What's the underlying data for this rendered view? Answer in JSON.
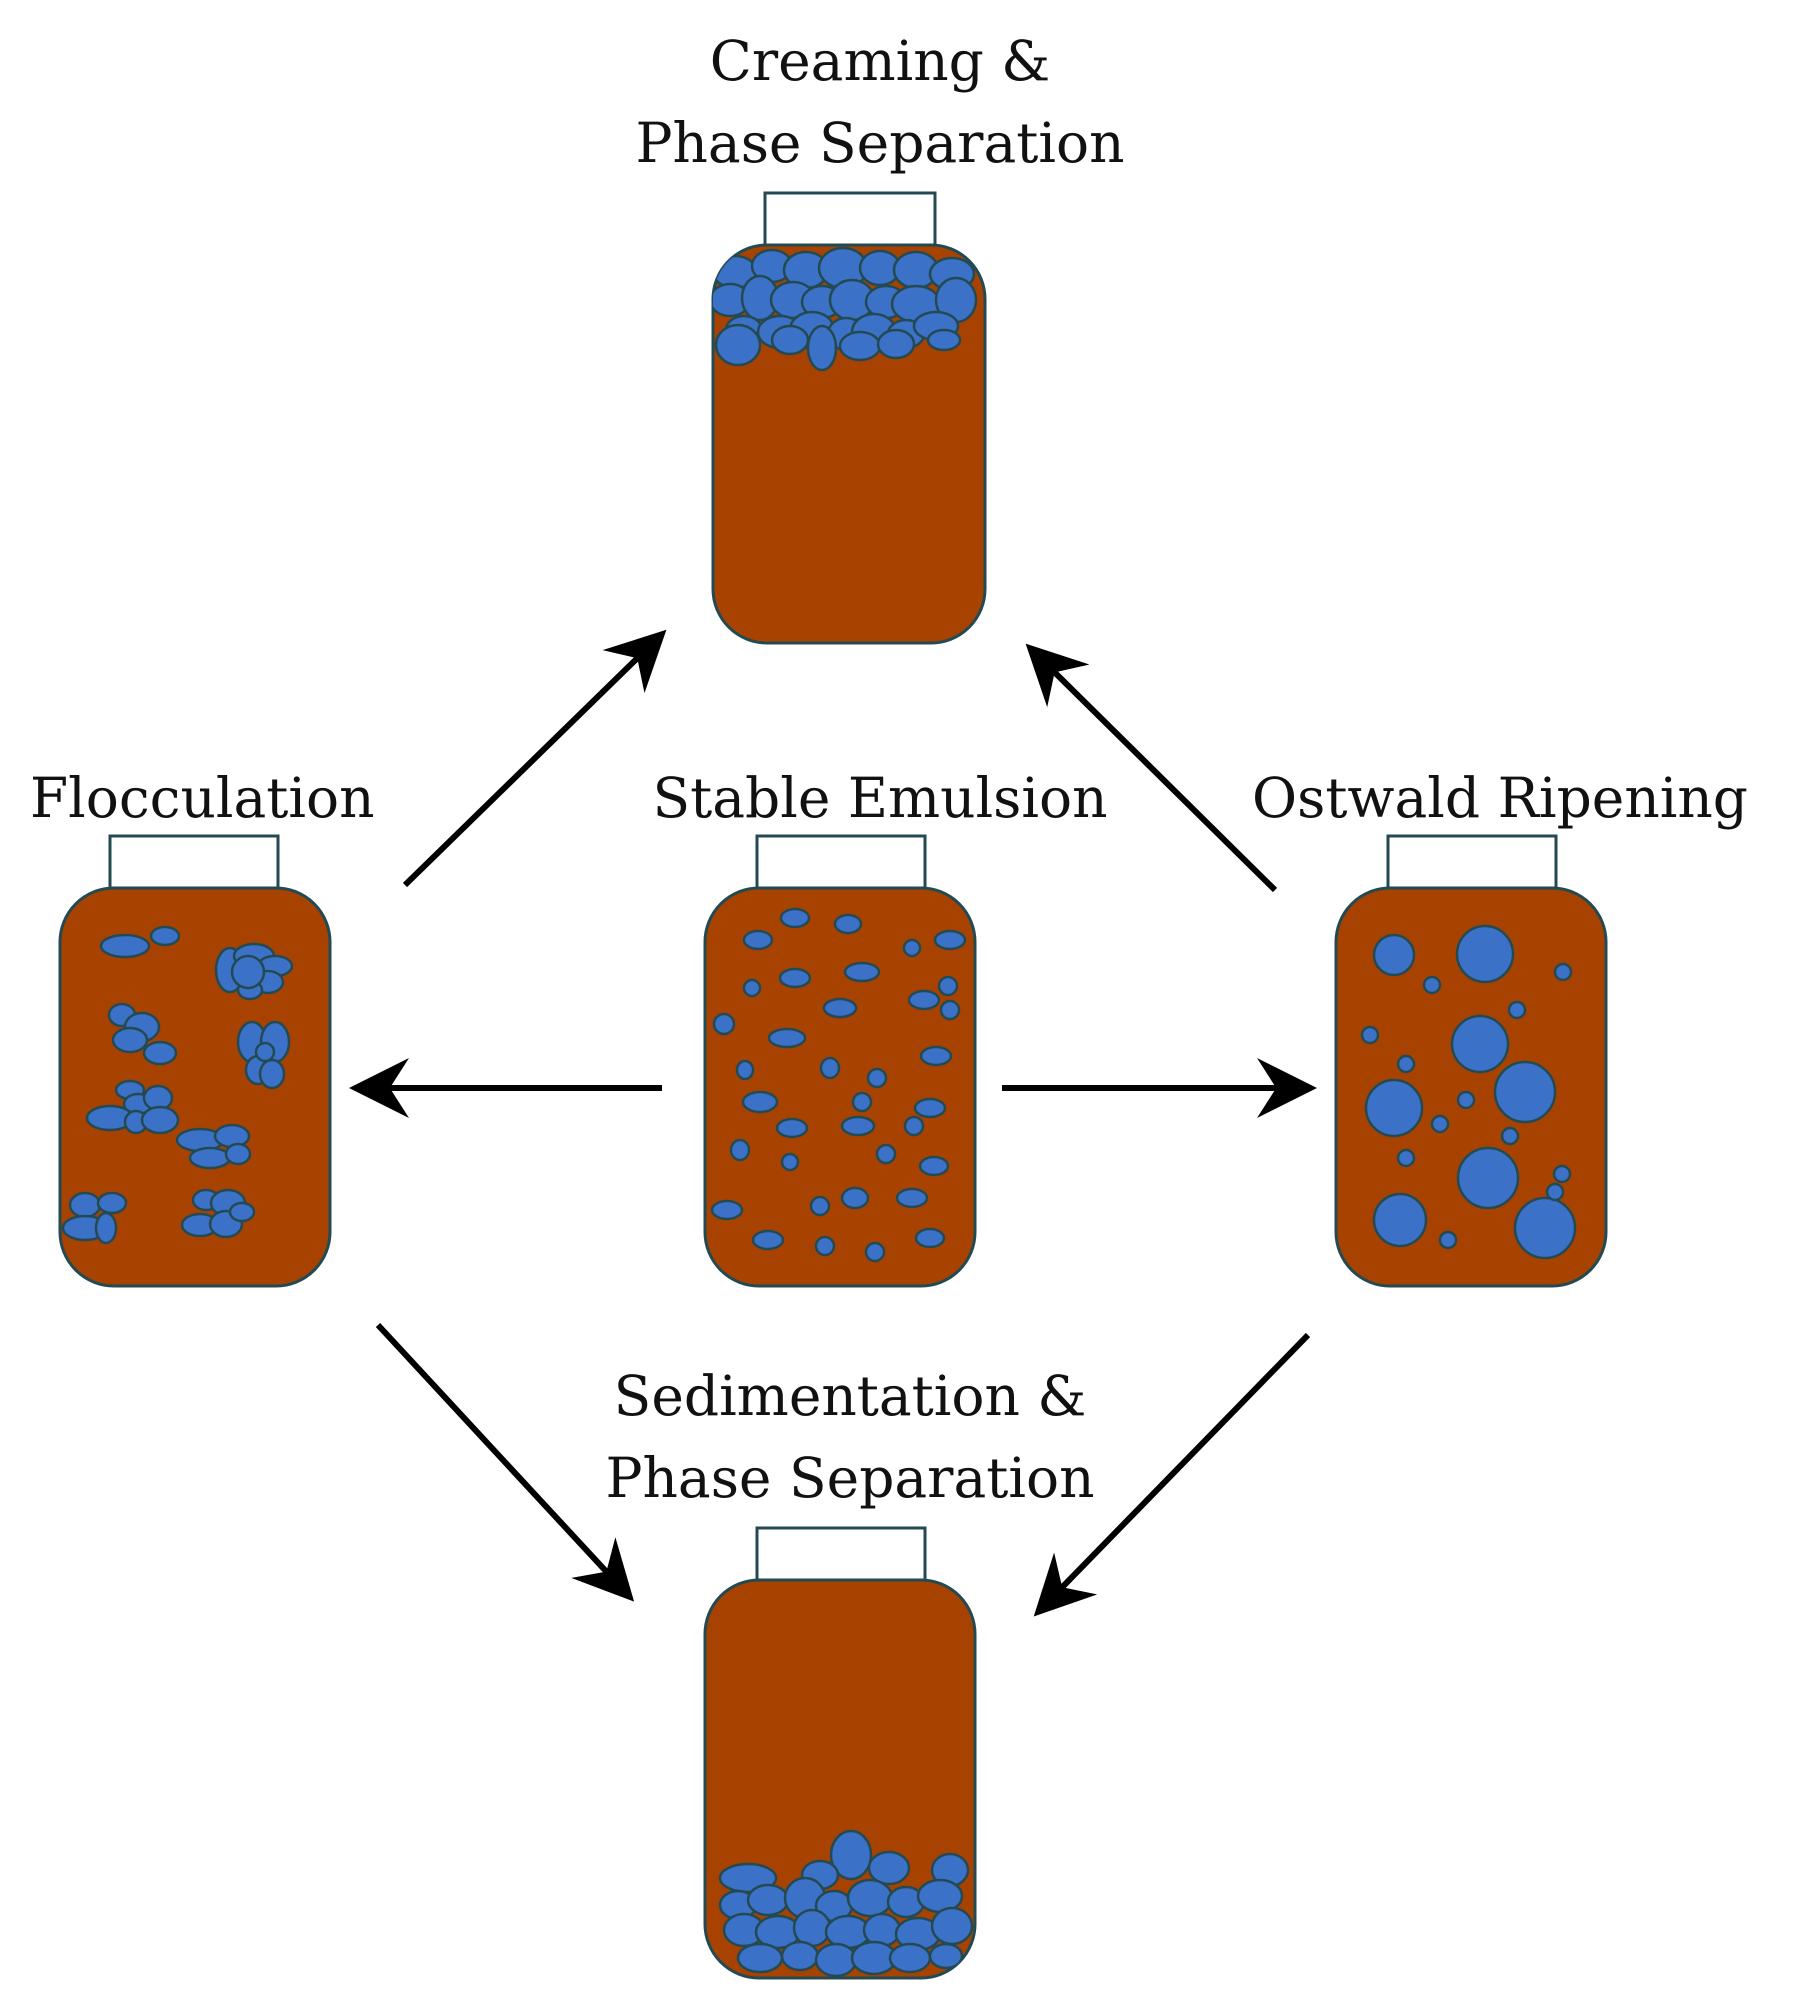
{
  "labels": {
    "creaming_line1": "Creaming &",
    "creaming_line2": "Phase Separation",
    "flocculation": "Flocculation",
    "stable": "Stable Emulsion",
    "ostwald": "Ostwald Ripening",
    "sedimentation_line1": "Sedimentation &",
    "sedimentation_line2": "Phase Separation"
  },
  "colors": {
    "liquid": "#a84200",
    "droplet": "#3b72c8",
    "outline": "#234a52",
    "arrow": "#000000"
  }
}
